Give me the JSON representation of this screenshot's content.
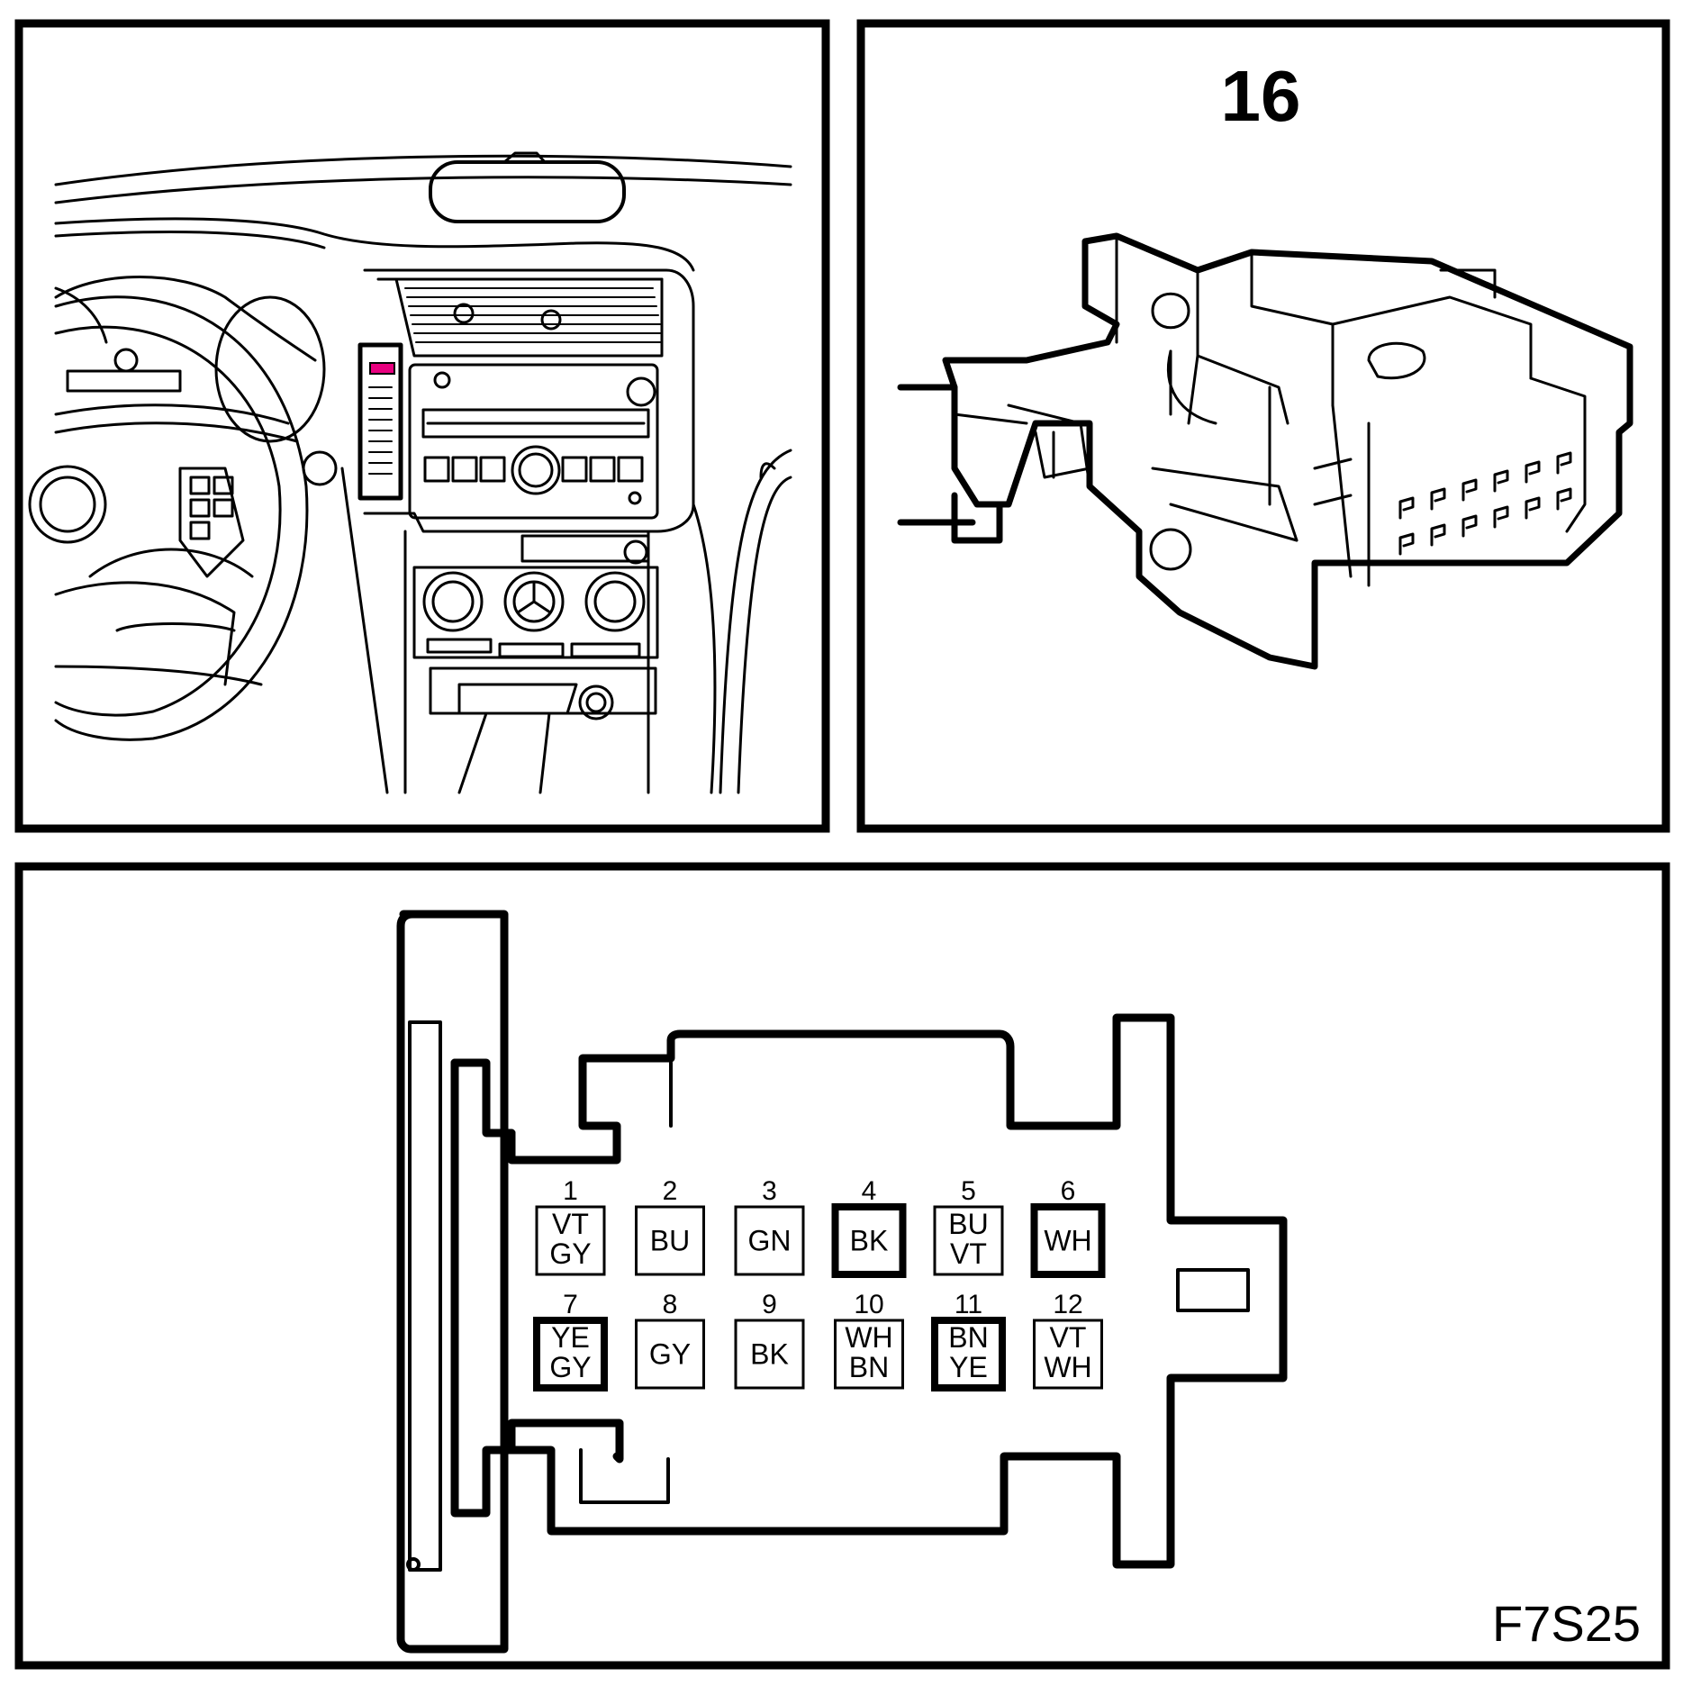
{
  "connector_number": "16",
  "figure_code": "F7S25",
  "highlight_color": "#e8007f",
  "pins": [
    {
      "num": "1",
      "codes": [
        "VT",
        "GY"
      ],
      "bold": false
    },
    {
      "num": "2",
      "codes": [
        "BU"
      ],
      "bold": false
    },
    {
      "num": "3",
      "codes": [
        "GN"
      ],
      "bold": false
    },
    {
      "num": "4",
      "codes": [
        "BK"
      ],
      "bold": true
    },
    {
      "num": "5",
      "codes": [
        "BU",
        "VT"
      ],
      "bold": false
    },
    {
      "num": "6",
      "codes": [
        "WH"
      ],
      "bold": true
    },
    {
      "num": "7",
      "codes": [
        "YE",
        "GY"
      ],
      "bold": true
    },
    {
      "num": "8",
      "codes": [
        "GY"
      ],
      "bold": false
    },
    {
      "num": "9",
      "codes": [
        "BK"
      ],
      "bold": false
    },
    {
      "num": "10",
      "codes": [
        "WH",
        "BN"
      ],
      "bold": false
    },
    {
      "num": "11",
      "codes": [
        "BN",
        "YE"
      ],
      "bold": true
    },
    {
      "num": "12",
      "codes": [
        "VT",
        "WH"
      ],
      "bold": false
    }
  ]
}
